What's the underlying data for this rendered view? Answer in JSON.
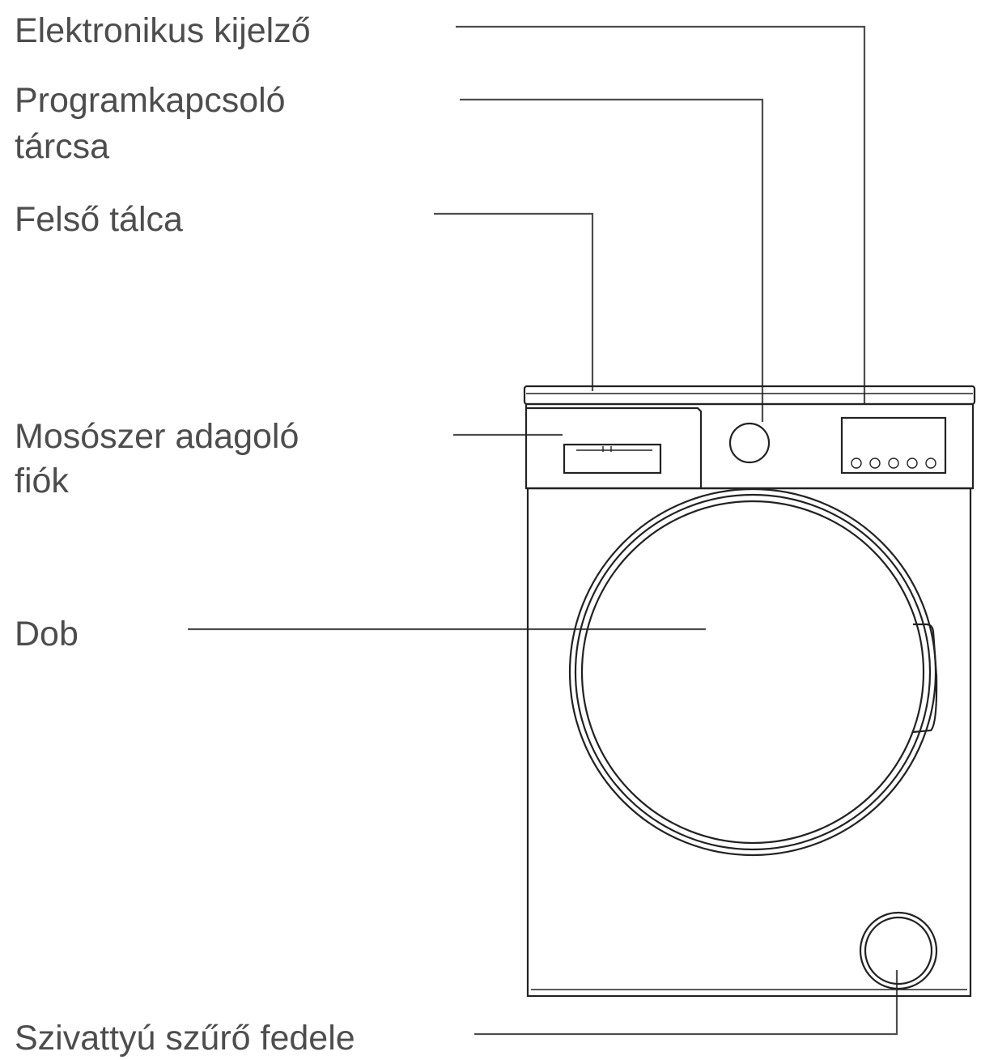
{
  "labels": {
    "display": "Elektronikus kijelző",
    "dial_line1": "Programkapcsoló",
    "dial_line2": "tárcsa",
    "top_tray": "Felső tálca",
    "drawer_line1": "Mosószer adagoló",
    "drawer_line2": "fiók",
    "drum": "Dob",
    "pump_filter": "Szivattyú szűrő fedele"
  },
  "colors": {
    "label_text": "#4d4d4d",
    "outline": "#222222",
    "background": "#ffffff"
  }
}
